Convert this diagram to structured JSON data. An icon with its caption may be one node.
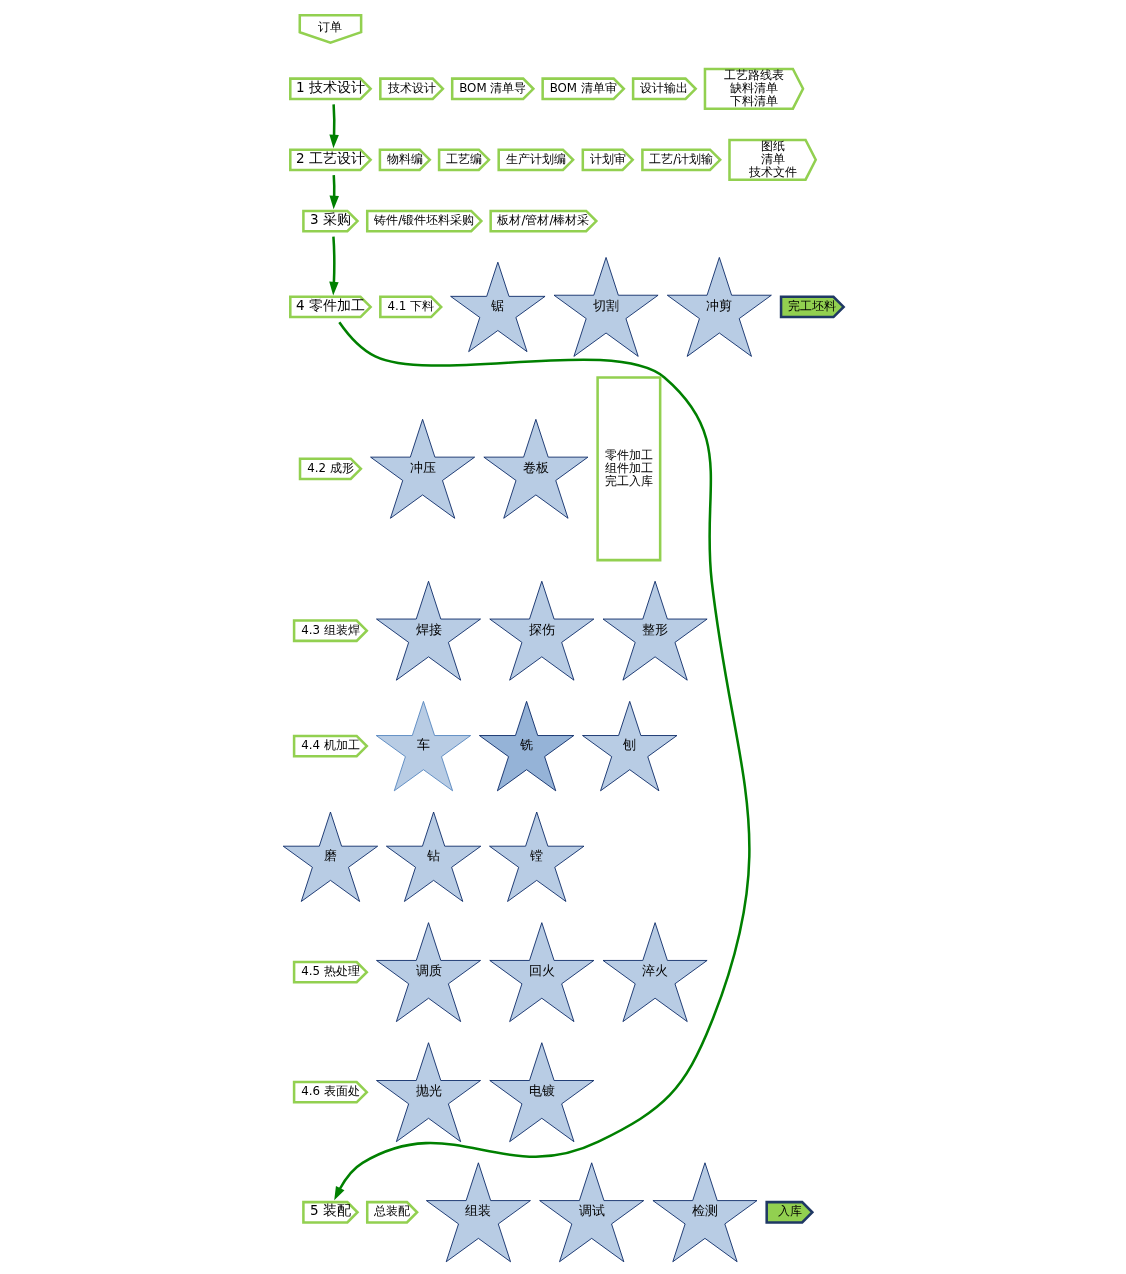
{
  "diagram": {
    "nodes": [
      {
        "text": [
          "订单"
        ]
      },
      {
        "text": [
          "1 技术设计"
        ]
      },
      {
        "text": [
          "技术设计"
        ]
      },
      {
        "text": [
          "BOM 清单导"
        ]
      },
      {
        "text": [
          "BOM 清单审"
        ]
      },
      {
        "text": [
          "设计输出"
        ]
      },
      {
        "text": [
          "工艺路线表",
          "缺料清单",
          "下料清单"
        ]
      },
      {
        "text": [
          "2 工艺设计"
        ]
      },
      {
        "text": [
          "物料编"
        ]
      },
      {
        "text": [
          "工艺编"
        ]
      },
      {
        "text": [
          "生产计划编"
        ]
      },
      {
        "text": [
          "计划审"
        ]
      },
      {
        "text": [
          "工艺/计划输"
        ]
      },
      {
        "text": [
          "图纸",
          "清单",
          "技术文件"
        ]
      },
      {
        "text": [
          "3 采购"
        ]
      },
      {
        "text": [
          "铸件/锻件坯料采购"
        ]
      },
      {
        "text": [
          "板材/管材/棒材采"
        ]
      },
      {
        "text": [
          "4 零件加工"
        ]
      },
      {
        "text": [
          "4.1 下料"
        ]
      },
      {
        "text": [
          "锯"
        ]
      },
      {
        "text": [
          "切割"
        ]
      },
      {
        "text": [
          "冲剪"
        ]
      },
      {
        "text": [
          "完工坯料"
        ]
      },
      {
        "text": [
          "4.2 成形"
        ]
      },
      {
        "text": [
          "冲压"
        ]
      },
      {
        "text": [
          "卷板"
        ]
      },
      {
        "text": [
          "零件加工",
          "组件加工",
          "完工入库"
        ]
      },
      {
        "text": [
          "4.3 组装焊"
        ]
      },
      {
        "text": [
          "焊接"
        ]
      },
      {
        "text": [
          "探伤"
        ]
      },
      {
        "text": [
          "整形"
        ]
      },
      {
        "text": [
          "4.4 机加工"
        ]
      },
      {
        "text": [
          "车"
        ]
      },
      {
        "text": [
          "铣"
        ]
      },
      {
        "text": [
          "刨"
        ]
      },
      {
        "text": [
          "磨"
        ]
      },
      {
        "text": [
          "钻"
        ]
      },
      {
        "text": [
          "镗"
        ]
      },
      {
        "text": [
          "4.5 热处理"
        ]
      },
      {
        "text": [
          "调质"
        ]
      },
      {
        "text": [
          "回火"
        ]
      },
      {
        "text": [
          "淬火"
        ]
      },
      {
        "text": [
          "4.6 表面处"
        ]
      },
      {
        "text": [
          "抛光"
        ]
      },
      {
        "text": [
          "电镀"
        ]
      },
      {
        "text": [
          "5 装配"
        ]
      },
      {
        "text": [
          "总装配"
        ]
      },
      {
        "text": [
          "组装"
        ]
      },
      {
        "text": [
          "调试"
        ]
      },
      {
        "text": [
          "检测"
        ]
      },
      {
        "text": [
          "入库"
        ]
      }
    ],
    "edges": [
      {
        "from": 1,
        "to": 7,
        "arrow": "to"
      },
      {
        "from": 7,
        "to": 14,
        "arrow": "to"
      },
      {
        "from": 14,
        "to": 17,
        "arrow": "to"
      },
      {
        "from": 17,
        "to": 45,
        "arrow": "to"
      }
    ]
  }
}
